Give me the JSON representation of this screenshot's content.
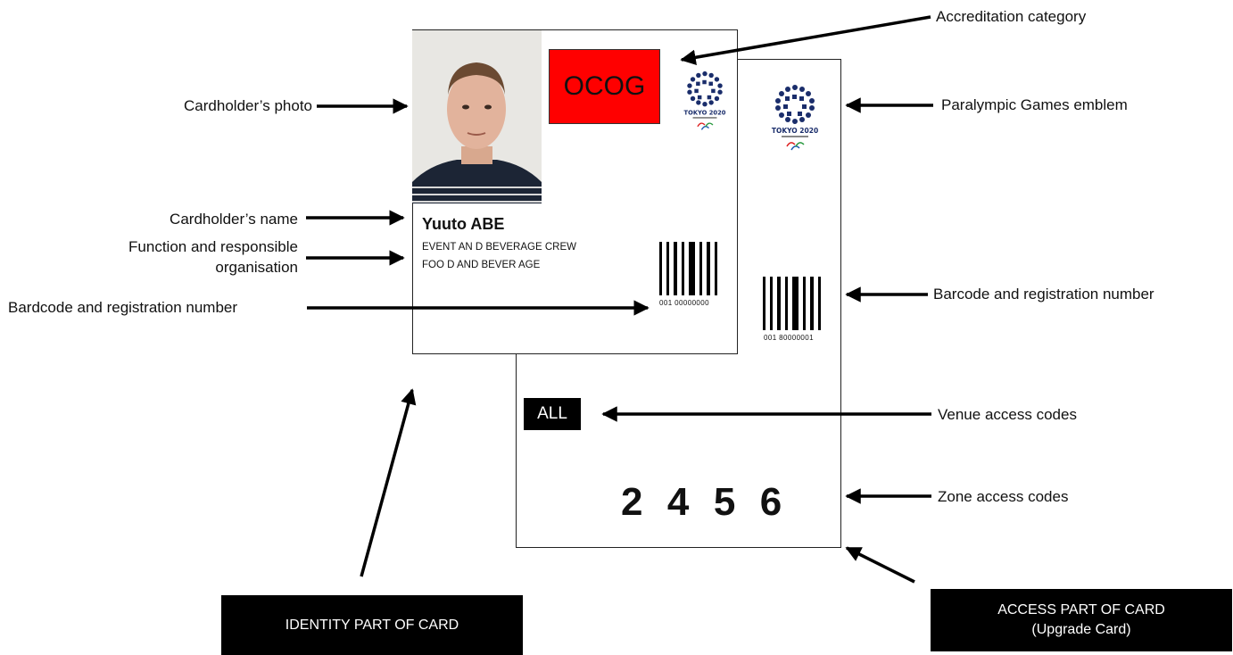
{
  "card": {
    "category": "OCOG",
    "name": "Yuuto ABE",
    "function_line1": "EVENT AN D BEVERAGE CREW",
    "function_line2": "FOO D AND BEVER AGE",
    "id_barcode_number": "001 00000000",
    "access_barcode_number": "001 80000001",
    "venue_code": "ALL",
    "zone_codes": "2  4  5  6",
    "emblem_text": "TOKYO 2020",
    "category_color": "#ff0000"
  },
  "labels": {
    "accreditation_category": "Accreditation category",
    "cardholder_photo": "Cardholder’s photo",
    "paralympic_emblem": "Paralympic Games emblem",
    "cardholder_name": "Cardholder’s name",
    "function_line1": "Function and responsible",
    "function_line2": "organisation",
    "bardcode_left": "Bardcode and registration number",
    "barcode_right": "Barcode and registration number",
    "venue_access": "Venue access codes",
    "zone_access": "Zone access codes"
  },
  "boxes": {
    "identity": "IDENTITY PART OF CARD",
    "access_line1": "ACCESS PART OF CARD",
    "access_line2": "(Upgrade Card)"
  }
}
